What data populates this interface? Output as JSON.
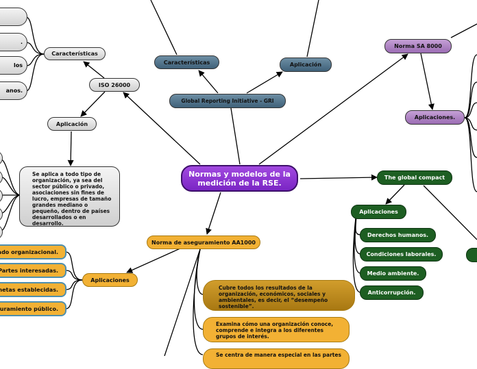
{
  "center": "Normas y modelos de la medición de la RSE.",
  "iso": {
    "title": "ISO 26000",
    "caracteristicas": "Características",
    "aplicacion": "Aplicación",
    "aplicacion_text": "Se aplica a todo tipo de organización, ya sea del sector público o privado, asociaciones sin fines de lucro, empresas de tamaño grandes mediano o pequeño, dentro de países desarrollados o en desarrollo.",
    "leaf_partial_1": ".",
    "leaf_partial_2": "los",
    "leaf_partial_3": "anos."
  },
  "gri": {
    "title": "Global Reporting Initiative - GRI",
    "caracteristicas": "Características",
    "aplicacion": "Aplicación"
  },
  "sa8000": {
    "title": "Norma SA 8000",
    "aplicaciones": "Aplicaciones."
  },
  "global_compact": {
    "title": "The global compact",
    "aplicaciones": "Aplicaciones",
    "items": [
      "Derechos humanos.",
      "Condiciones laborales.",
      "Medio ambiente.",
      "Anticorrupción."
    ]
  },
  "aa1000": {
    "title": "Norma de aseguramiento AA1000",
    "aplicaciones": "Aplicaciones",
    "items": [
      "tado organizacional.",
      "Partes interesadas.",
      "metas establecidas.",
      "guramiento público."
    ],
    "texts": [
      "Cubre todos los resultados de la organización, económicos, sociales y ambientales, es decir, el “desempeño sostenible”.",
      "Examina cómo una organización conoce, comprende e integra a los diferentes grupos de interés.",
      "Se centra de manera especial en las partes"
    ]
  }
}
